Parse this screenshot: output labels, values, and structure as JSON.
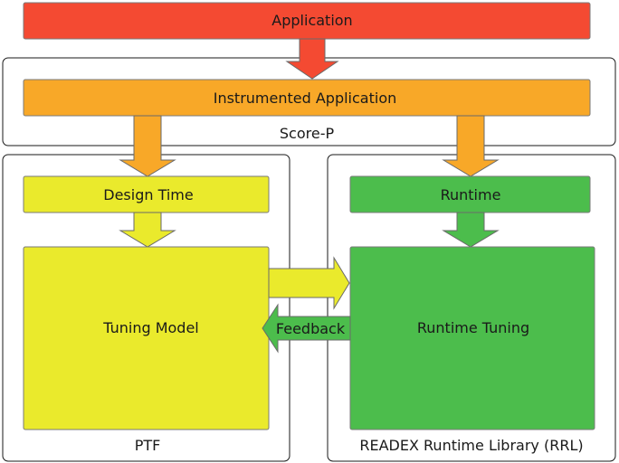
{
  "boxes": {
    "application": "Application",
    "instrumented_application": "Instrumented Application",
    "design_time": "Design Time",
    "runtime": "Runtime",
    "tuning_model": "Tuning Model",
    "runtime_tuning": "Runtime Tuning"
  },
  "frames": {
    "scorep": "Score-P",
    "ptf": "PTF",
    "rrl": "READEX Runtime Library (RRL)"
  },
  "arrows": {
    "feedback": "Feedback"
  },
  "colors": {
    "application": "#f44a32",
    "instrumented": "#f8a828",
    "design": "#eaea2c",
    "runtime": "#4cbd4c"
  }
}
